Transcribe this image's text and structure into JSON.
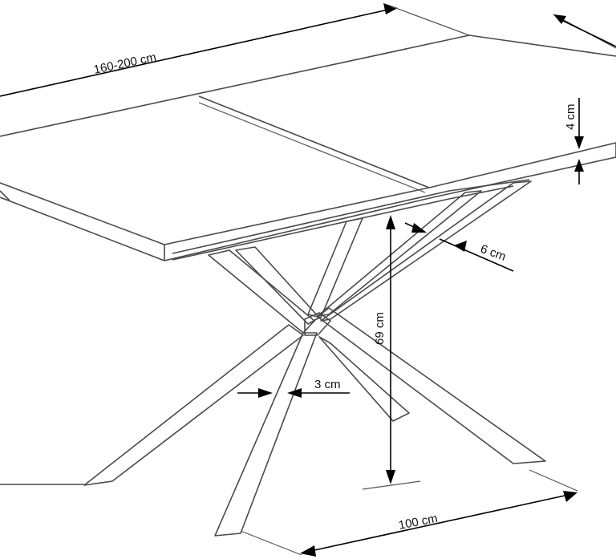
{
  "dimensions": {
    "length": "160-200 cm",
    "top_thickness": "4 cm",
    "leg_width": "6 cm",
    "height": "69 cm",
    "leg_thickness": "3 cm",
    "width": "100 cm"
  },
  "colors": {
    "outline": "#4a4a4a",
    "dimension": "#000000",
    "background": "#ffffff"
  }
}
